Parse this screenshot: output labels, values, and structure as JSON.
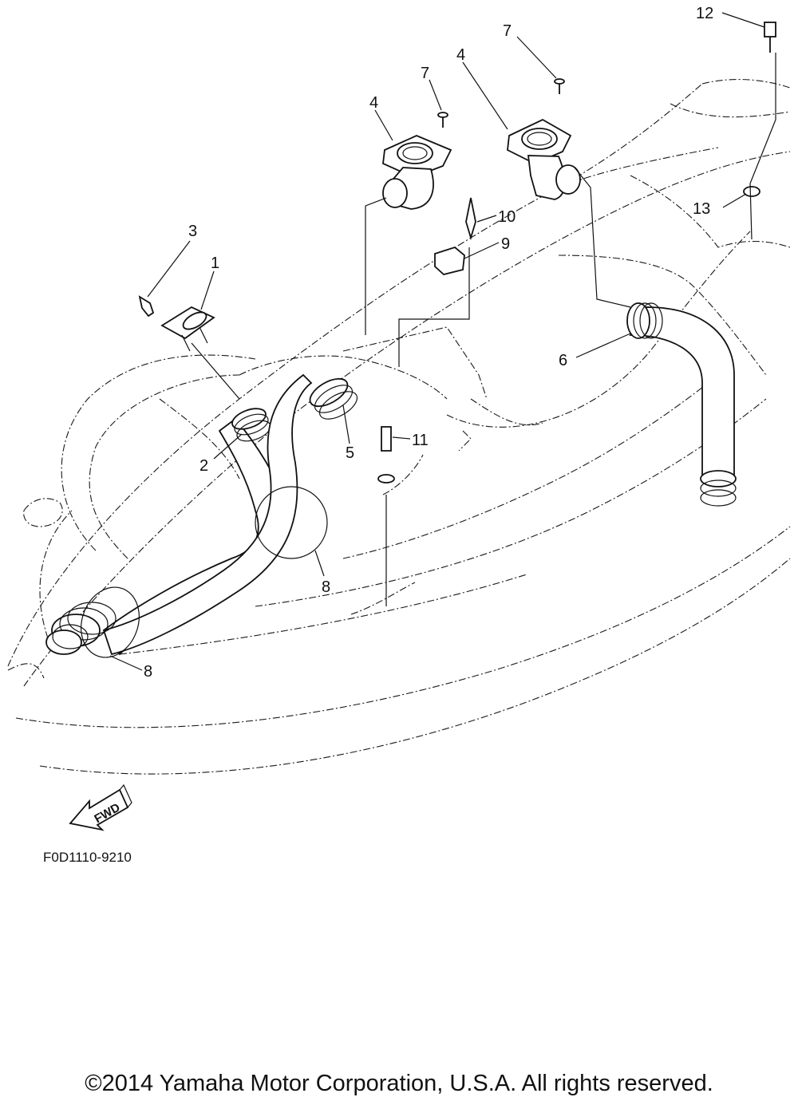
{
  "diagram": {
    "callouts": [
      "1",
      "2",
      "3",
      "4",
      "4",
      "5",
      "6",
      "7",
      "7",
      "8",
      "8",
      "9",
      "10",
      "11",
      "12",
      "13"
    ],
    "direction_label": "FWD",
    "figure_code": "F0D1110-9210"
  },
  "footer": {
    "copyright": "©2014 Yamaha Motor Corporation, U.S.A. All rights reserved."
  }
}
